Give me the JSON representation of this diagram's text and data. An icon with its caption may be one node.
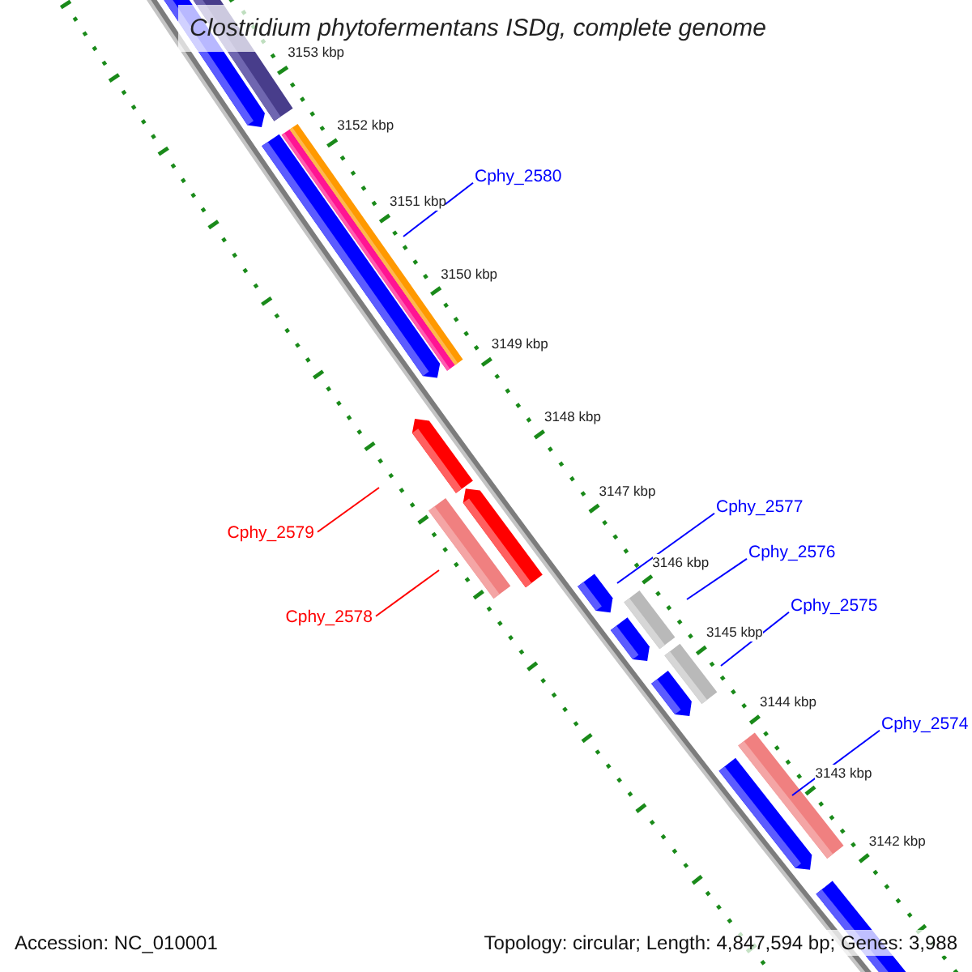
{
  "diagram": {
    "title": "Clostridium phytofermentans ISDg, complete genome",
    "nodes": [
      {
        "text": [
          "Cphy_2580"
        ]
      },
      {
        "text": [
          "Cphy_2577"
        ]
      },
      {
        "text": [
          "Cphy_2579"
        ]
      },
      {
        "text": [
          "Cphy_2576"
        ]
      },
      {
        "text": [
          "Cphy_2575"
        ]
      },
      {
        "text": [
          "Cphy_2578"
        ]
      },
      {
        "text": [
          "Cphy_2574"
        ]
      }
    ],
    "edges": [
      {
        "from": 0,
        "to": null,
        "arrow": "none"
      },
      {
        "from": 1,
        "to": null,
        "arrow": "none"
      },
      {
        "from": 2,
        "to": null,
        "arrow": "none",
        "color": "#ff0000"
      },
      {
        "from": 3,
        "to": null,
        "arrow": "none"
      },
      {
        "from": 4,
        "to": null,
        "arrow": "none"
      },
      {
        "from": 5,
        "to": null,
        "arrow": "none",
        "color": "#ff0000"
      },
      {
        "from": 6,
        "to": null,
        "arrow": "none"
      }
    ],
    "labels": [
      "3153 kbp",
      "3152 kbp",
      "3151 kbp",
      "3150 kbp",
      "3149 kbp",
      "3148 kbp",
      "3147 kbp",
      "3146 kbp",
      "3145 kbp",
      "3144 kbp",
      "3143 kbp",
      "3142 kbp",
      "Accession: NC_010001",
      "Topology: circular; Length: 4,847,594 bp; Genes: 3,988"
    ]
  }
}
